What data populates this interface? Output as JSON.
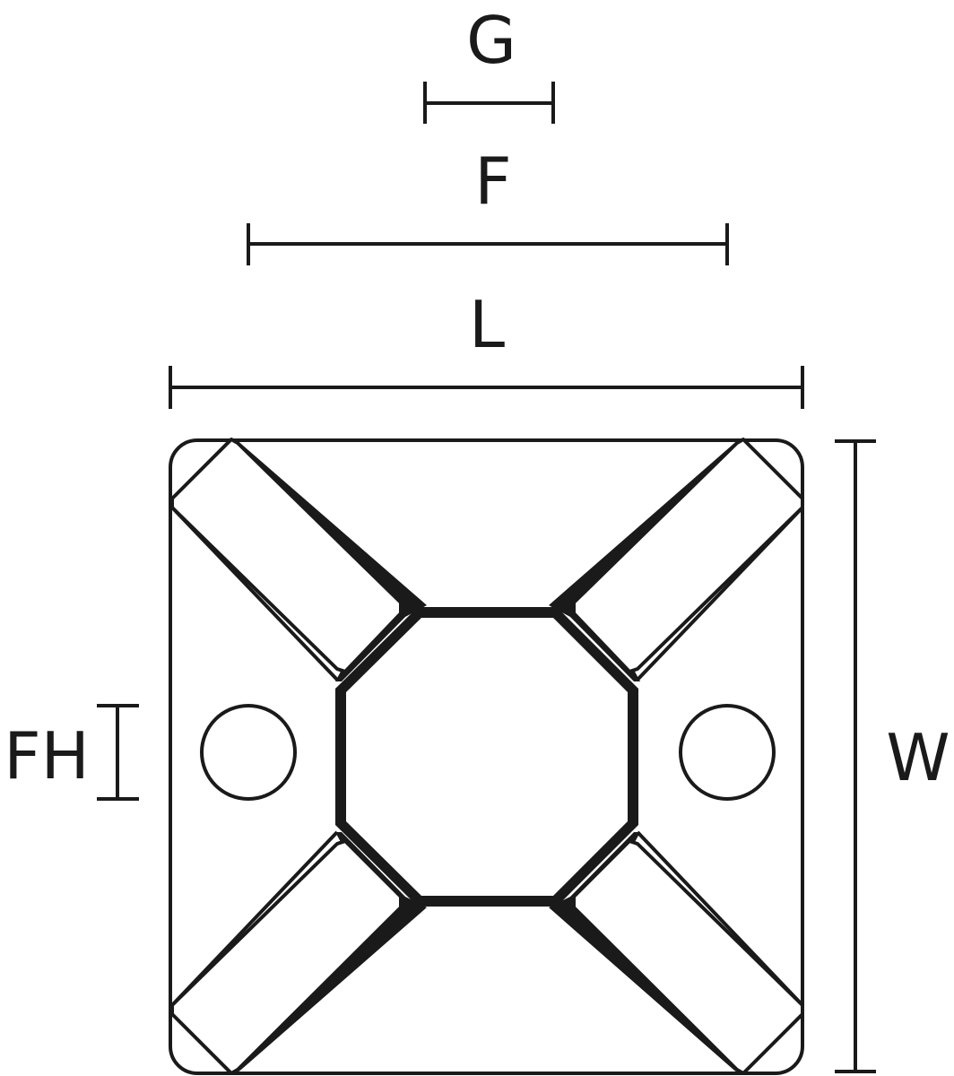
{
  "diagram": {
    "labels": {
      "g": "G",
      "f": "F",
      "l": "L",
      "fh": "FH",
      "w": "W"
    },
    "colors": {
      "stroke": "#1a1a1a",
      "background": "#ffffff"
    }
  }
}
